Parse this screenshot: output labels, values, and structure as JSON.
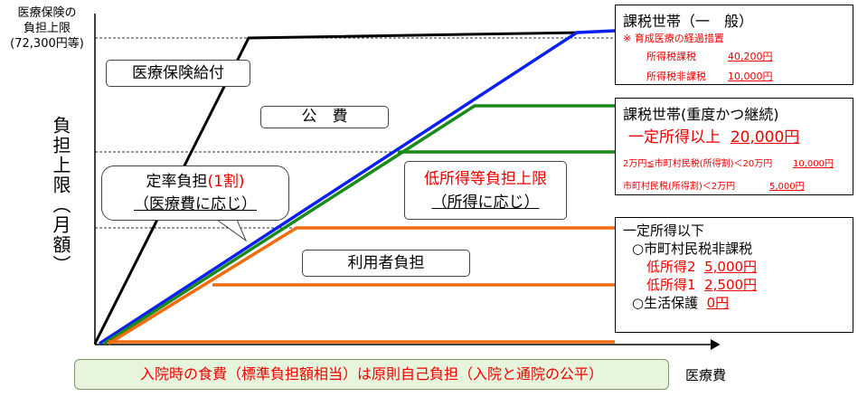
{
  "y_axis_top_label": [
    "医療保険の",
    "負担上限",
    "(72,300円等)"
  ],
  "y_axis_label": "負担上限（月額）",
  "x_axis_label": "医療費",
  "regions": {
    "insurance_benefit": "医療保険給付",
    "public_expense": "公　費",
    "user_burden": "利用者負担"
  },
  "callout_fixed_rate": {
    "line1_black": "定率負担",
    "line1_red": "(1割)",
    "line2": "（医療費に応じ）"
  },
  "low_income_limit": {
    "line1": "低所得等負担上限",
    "line2": "（所得に応じ）"
  },
  "panel_general": {
    "title": "課税世帯（一　般）",
    "note": "※  育成医療の経過措置",
    "rows": [
      {
        "label": "所得税課税",
        "amount": "40,200円"
      },
      {
        "label": "所得税非課税",
        "amount": "10,000円"
      }
    ]
  },
  "panel_severe": {
    "title": "課税世帯(重度かつ継続)",
    "main_label": "一定所得以上",
    "main_amount": "20,000円",
    "rows": [
      {
        "label": "2万円≦市町村民税(所得割)＜20万円",
        "amount": "10,000円"
      },
      {
        "label": "市町村民税(所得割)＜2万円",
        "amount": "5,000円"
      }
    ]
  },
  "panel_low": {
    "title": "一定所得以下",
    "sub": "○市町村民税非課税",
    "rows": [
      {
        "label": "低所得2",
        "amount": "5,000円"
      },
      {
        "label": "低所得1",
        "amount": "2,500円"
      }
    ],
    "welfare_label": "○生活保護",
    "welfare_amount": "0円"
  },
  "footer_note": "入院時の食費（標準負担額相当）は原則自己負担（入院と通院の公平）",
  "colors": {
    "black": "#000000",
    "blue": "#0a1ff0",
    "green": "#1a8a1a",
    "orange": "#f26b0f",
    "red": "#ee0000",
    "footer_bg": "#e6f5dc"
  }
}
